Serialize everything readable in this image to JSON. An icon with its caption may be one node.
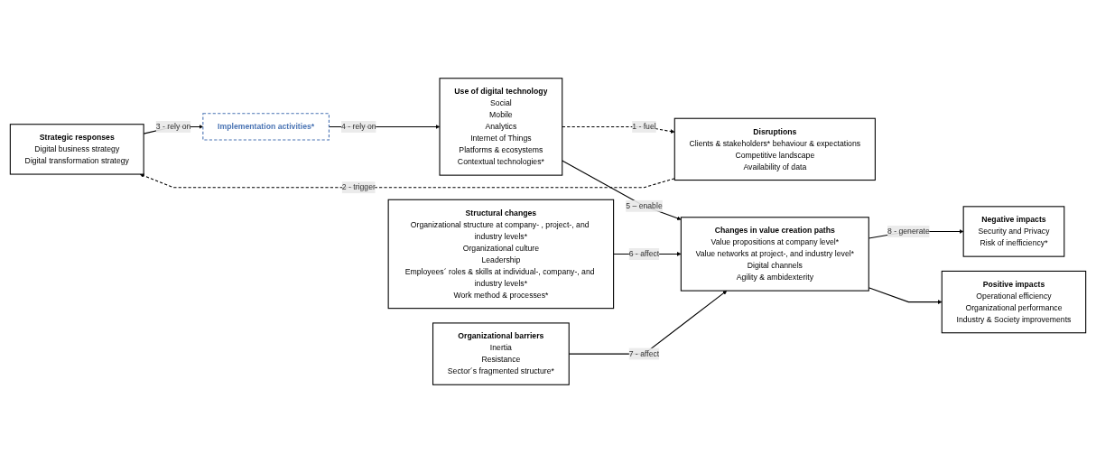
{
  "diagram": {
    "nodes": [
      {
        "text": [
          "Strategic responses",
          "Digital business strategy",
          "Digital transformation strategy"
        ]
      },
      {
        "text": [
          "Implementation activities*"
        ]
      },
      {
        "text": [
          "Disruptions",
          "Clients & stakeholders* behaviour & expectations",
          "Competitive landscape",
          "Availability of data"
        ]
      },
      {
        "text": [
          "Use of digital technology",
          "Social",
          "Mobile",
          "Analytics",
          "Internet of Things",
          "Platforms & ecosystems",
          "Contextual technologies*"
        ]
      },
      {
        "text": [
          "Structural changes",
          "Organizational structure at company- , project-, and industry levels*",
          "Organizational culture",
          "Leadership",
          "Employees´ roles & skills at individual-, company-, and industry levels*",
          "Work method & processes*"
        ]
      },
      {
        "text": [
          "Changes in value creation paths",
          "Value propositions at company level*",
          "Value networks at project-, and industry level*",
          "Digital channels",
          "Agility & ambidexterity"
        ]
      },
      {
        "text": [
          "Negative impacts",
          "Security and Privacy",
          "Risk of inefficiency*"
        ]
      },
      {
        "text": [
          "Positive impacts",
          "Operational efficiency",
          "Organizational performance",
          "Industry & Society improvements"
        ]
      },
      {
        "text": [
          "Organizational barriers",
          "Inertia",
          "Resistance",
          "Sector´s fragmented structure*"
        ]
      }
    ],
    "edges": [
      {
        "from": 3,
        "to": 2,
        "arrow": "to",
        "label": "1 - fuel",
        "style": "dashed"
      },
      {
        "from": 2,
        "to": 0,
        "arrow": "to",
        "label": "2 - trigger",
        "style": "dashed"
      },
      {
        "from": 0,
        "to": 1,
        "arrow": "to",
        "label": "3 - rely on"
      },
      {
        "from": 1,
        "to": 3,
        "arrow": "to",
        "label": "4 - rely on"
      },
      {
        "from": 3,
        "to": 5,
        "arrow": "to",
        "label": "5 – enable"
      },
      {
        "from": 4,
        "to": 5,
        "arrow": "to",
        "label": "6 - affect"
      },
      {
        "from": 8,
        "to": 5,
        "arrow": "to",
        "label": "7 - affect"
      },
      {
        "from": 5,
        "to": 6,
        "arrow": "to",
        "label": "8 - generate"
      },
      {
        "from": 5,
        "to": 7,
        "arrow": "to"
      }
    ]
  }
}
